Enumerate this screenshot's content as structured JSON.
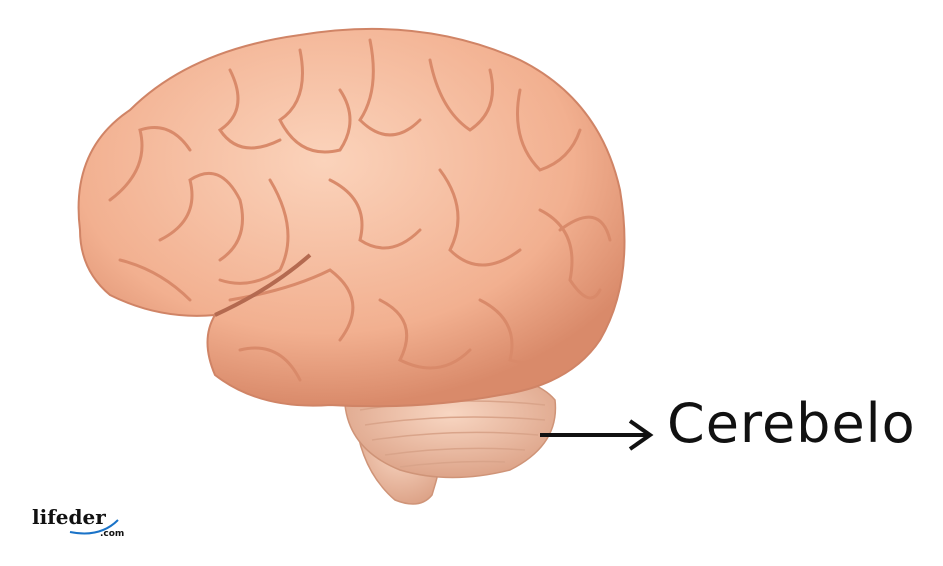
{
  "label": {
    "text": "Cerebelo"
  },
  "logo": {
    "name": "lifeder",
    "suffix": ".com"
  },
  "colors": {
    "brain": "#f2b595",
    "shadow": "#d98a6a",
    "highlight": "#fbd7c0",
    "text": "#111111",
    "logo_blue": "#1a73c8"
  }
}
